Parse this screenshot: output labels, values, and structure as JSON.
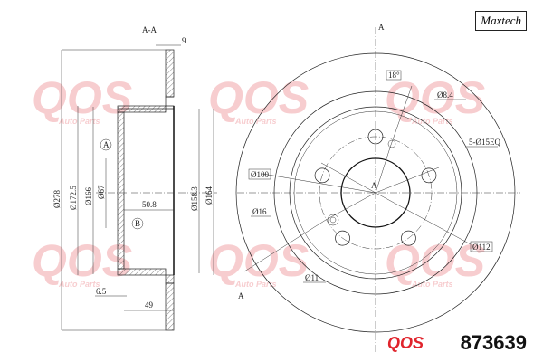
{
  "brand": "Maxtech",
  "part_number": "873639",
  "logo_small": "QOS",
  "watermark": {
    "logo": "QOS",
    "text": "Auto Parts",
    "color": "#f4b8bc"
  },
  "section": {
    "title": "A-A",
    "dims": {
      "thickness": "9",
      "d_outer": "Ø278",
      "d_172": "Ø172.5",
      "d_166": "Ø166",
      "d_67": "Ø67",
      "depth": "50.8",
      "d_158": "Ø158.3",
      "d_164": "Ø164",
      "hub_thk": "6.5",
      "height": "49"
    },
    "datum_a": "A",
    "datum_b": "B"
  },
  "front": {
    "section_mark": "A",
    "angle": "18°",
    "d_84": "Ø8.4",
    "holes": "5-Ø15EQ",
    "d_100": "Ø100",
    "d_16": "Ø16",
    "d_112": "Ø112",
    "d_11": "Ø11"
  }
}
